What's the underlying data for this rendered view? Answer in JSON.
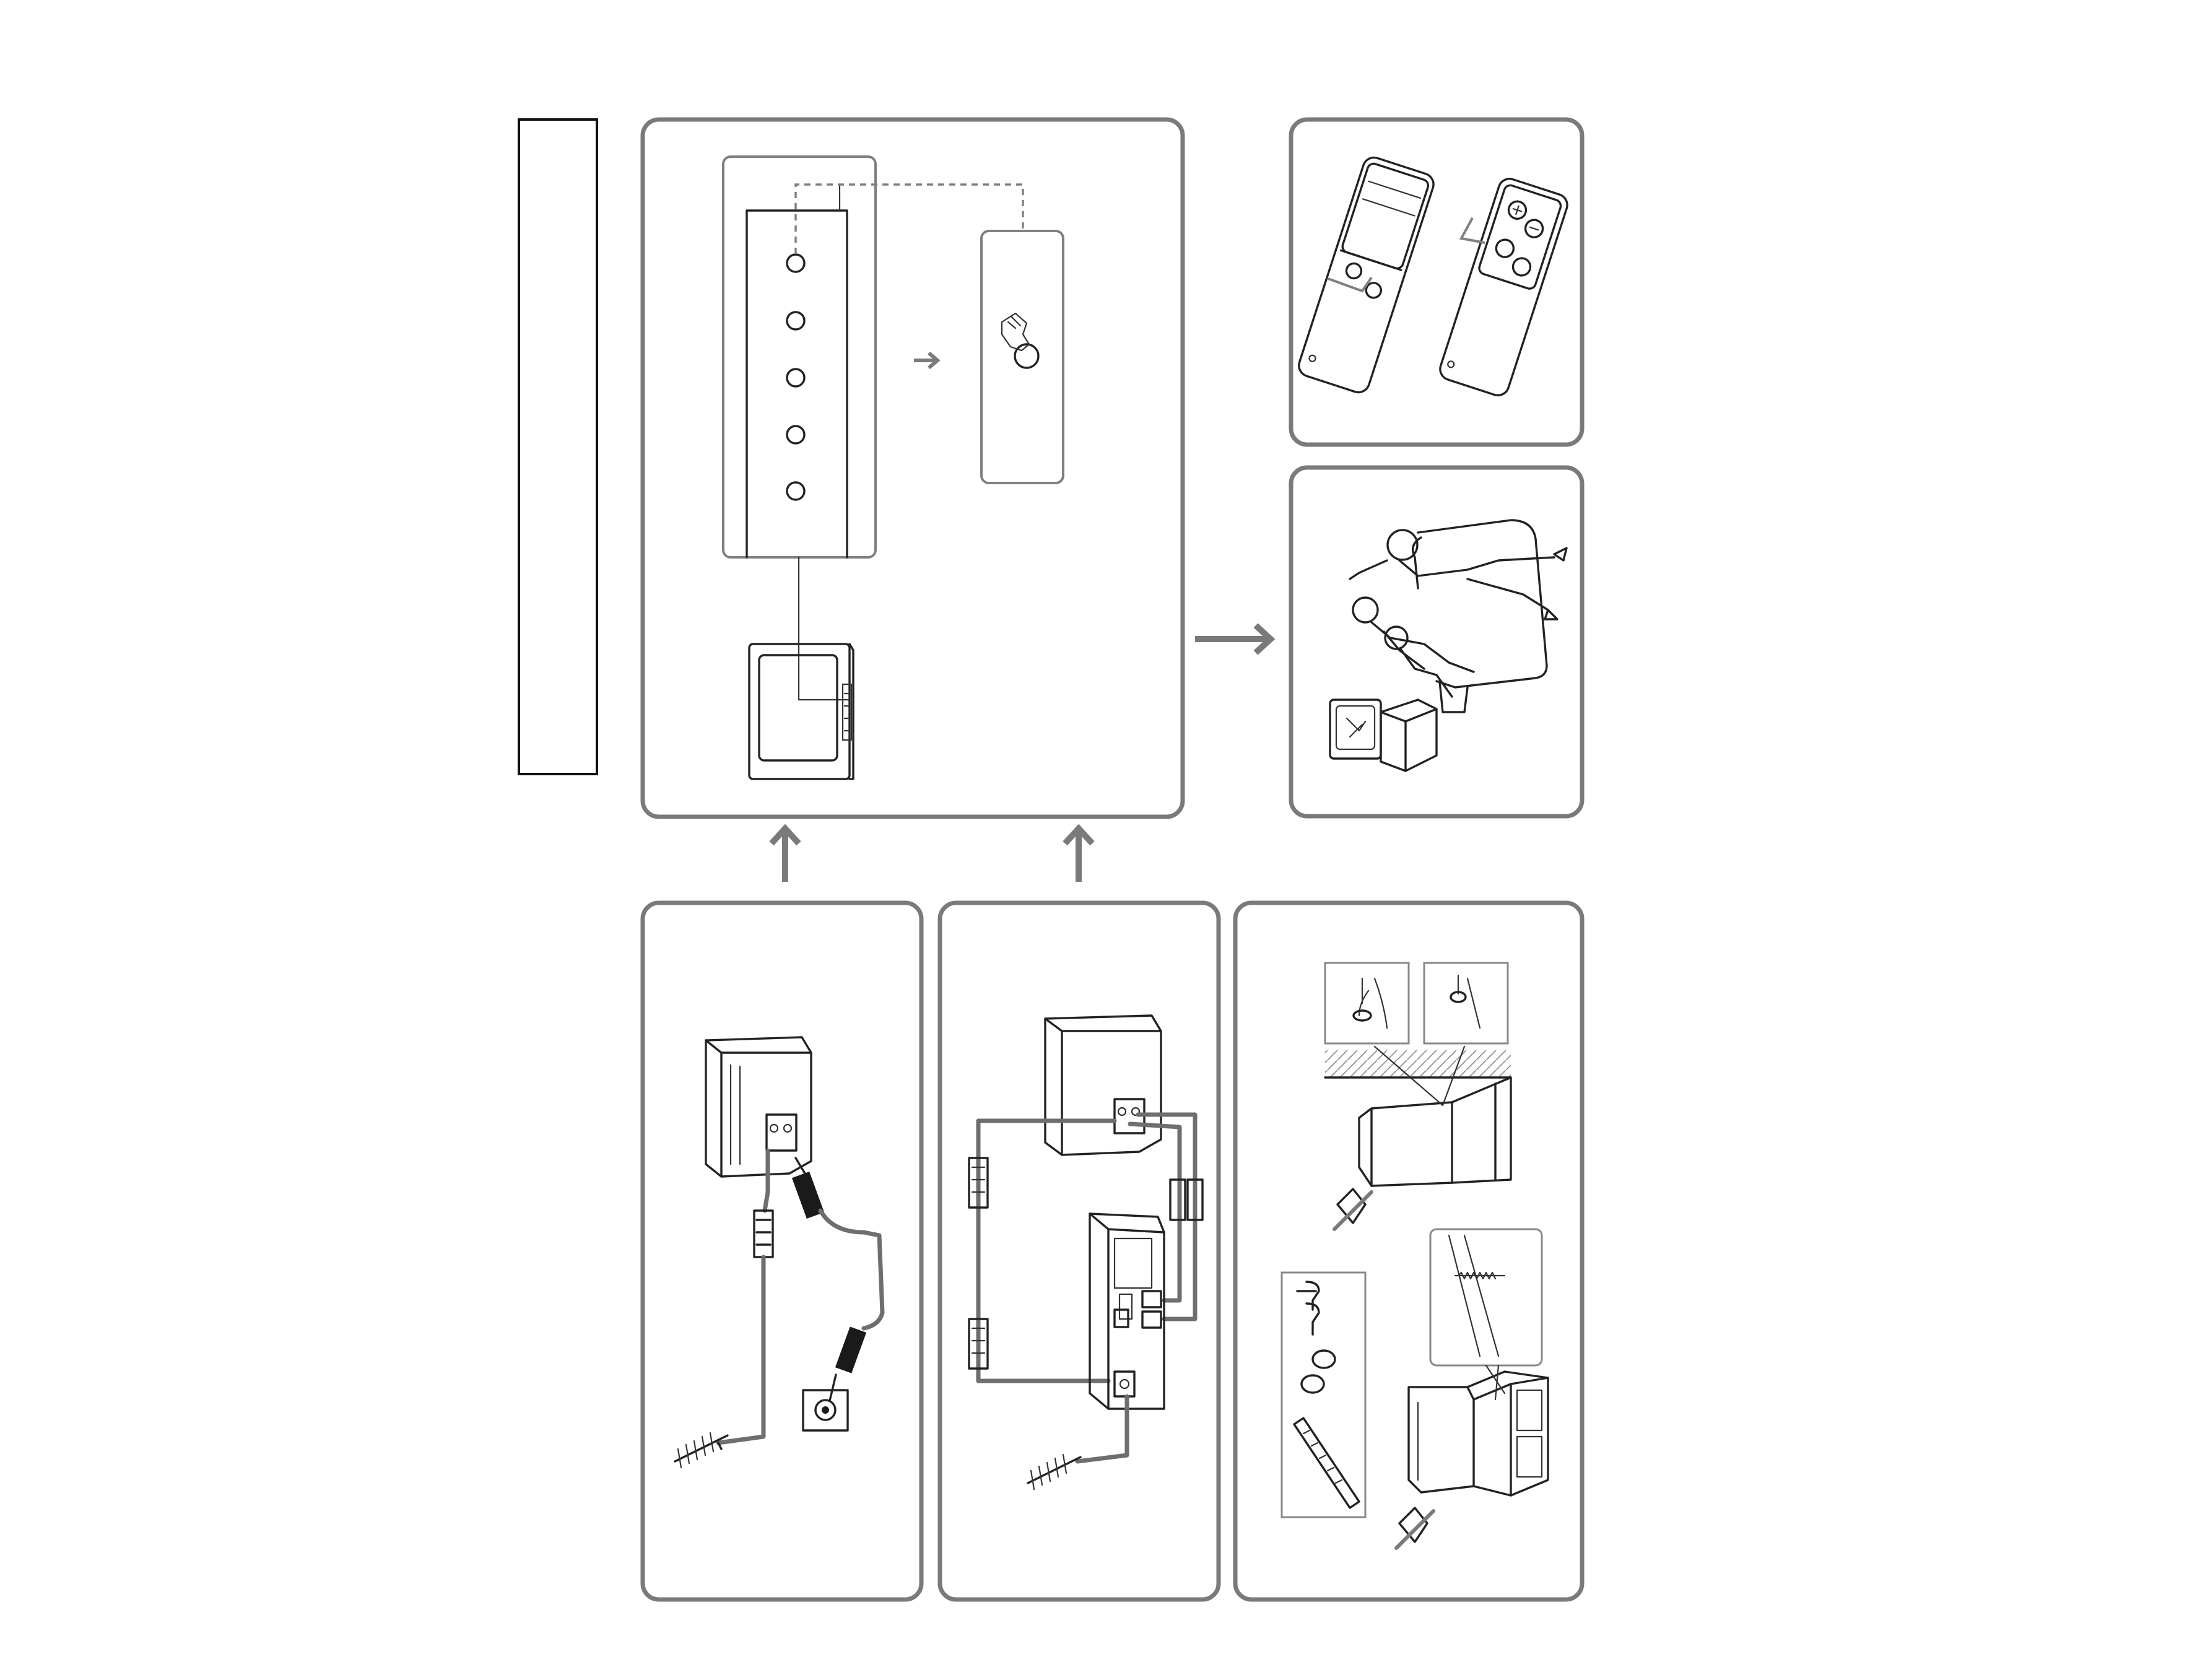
{
  "colors": {
    "panel_border": "#7a7a7a",
    "line_art": "#222222",
    "arrow": "#7a7a7a",
    "background": "#ffffff"
  },
  "icons": [
    "side-tab",
    "tv-control-panel",
    "finger-press-icon",
    "tv-front",
    "remote-battery-compartment",
    "family-watching-tv",
    "antenna-to-tv-connection",
    "antenna-vcr-tv-connection",
    "tv-stand-fixing-kit",
    "flow-arrow-right",
    "flow-arrow-up",
    "prohibited-icon"
  ]
}
